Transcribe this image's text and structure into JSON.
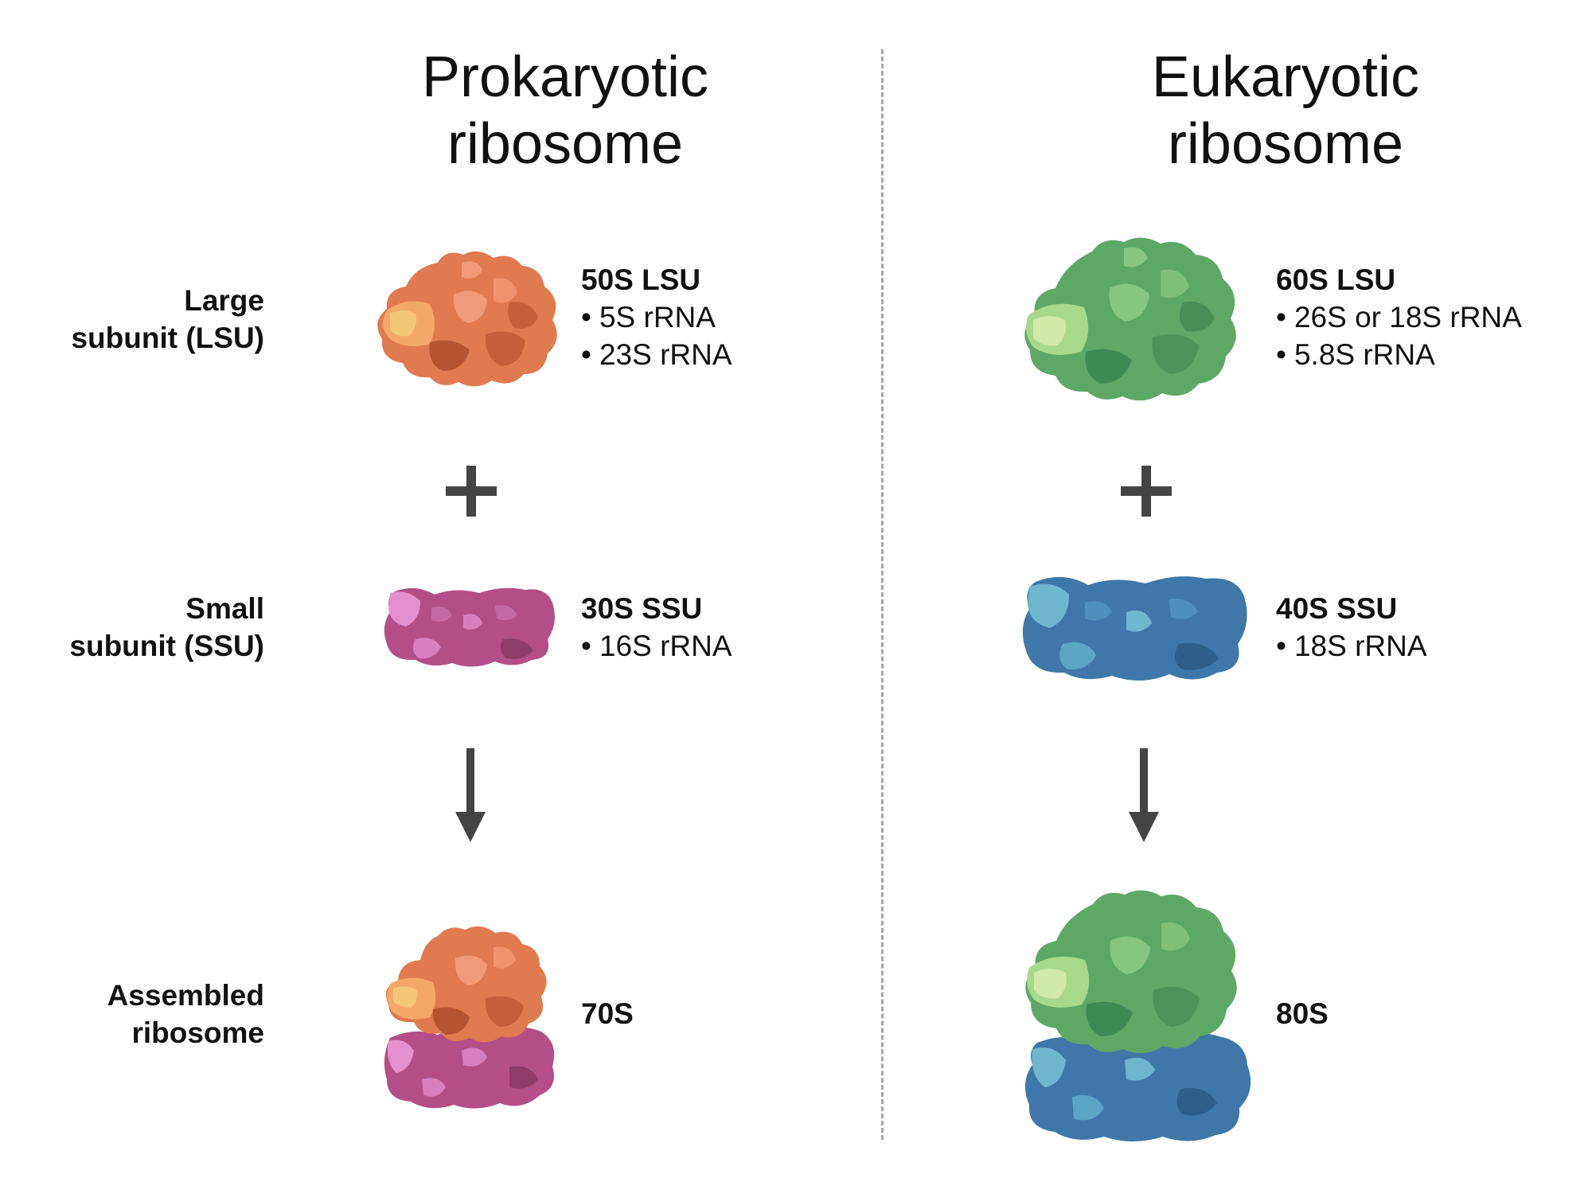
{
  "titles": {
    "prokaryotic": [
      "Prokaryotic",
      "ribosome"
    ],
    "eukaryotic": [
      "Eukaryotic",
      "ribosome"
    ]
  },
  "row_labels": {
    "large": [
      "Large",
      "subunit (LSU)"
    ],
    "small": [
      "Small",
      "subunit (SSU)"
    ],
    "assembled": [
      "Assembled",
      "ribosome"
    ]
  },
  "prokaryotic": {
    "lsu": {
      "name": "50S LSU",
      "components": [
        "5S rRNA",
        "23S rRNA"
      ]
    },
    "ssu": {
      "name": "30S SSU",
      "components": [
        "16S rRNA"
      ]
    },
    "assembled": {
      "name": "70S"
    }
  },
  "eukaryotic": {
    "lsu": {
      "name": "60S LSU",
      "components": [
        "26S or 18S rRNA",
        "5.8S rRNA"
      ]
    },
    "ssu": {
      "name": "40S SSU",
      "components": [
        "18S rRNA"
      ]
    },
    "assembled": {
      "name": "80S"
    }
  },
  "colors": {
    "prok_lsu": "#e07a4f",
    "prok_ssu": "#b34f86",
    "euk_lsu": "#5ea866",
    "euk_ssu": "#3f78a8",
    "symbol": "#444444",
    "divider": "#a9a9a9"
  }
}
